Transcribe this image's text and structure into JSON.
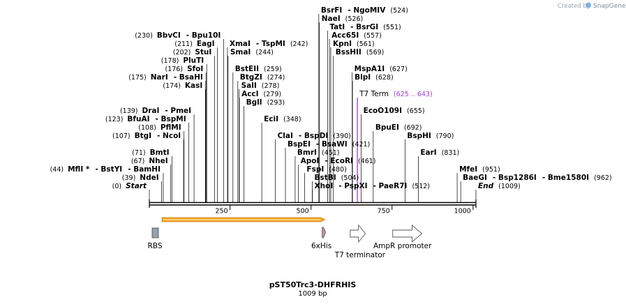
{
  "watermark": {
    "created_by": "Created by",
    "brand": "SnapGene"
  },
  "plasmid": {
    "name": "pST50Trc3-DHFRHIS",
    "length_label": "1009 bp",
    "length": 1009
  },
  "scale": {
    "ticks": [
      {
        "value": 250,
        "label": "250"
      },
      {
        "value": 500,
        "label": "500"
      },
      {
        "value": 750,
        "label": "750"
      },
      {
        "value": 1000,
        "label": "1000"
      }
    ]
  },
  "sites": [
    {
      "pos": 1,
      "row": 0,
      "color": "#000000",
      "segs": [
        {
          "t": "(0)",
          "k": "pos"
        },
        {
          "t": "Start",
          "k": "it"
        }
      ]
    },
    {
      "pos": 1009,
      "row": 0,
      "color": "#000000",
      "segs": [
        {
          "t": "End",
          "k": "it"
        },
        {
          "t": "(1009)",
          "k": "pos"
        }
      ]
    },
    {
      "pos": 504,
      "row": 0,
      "color": "#000000",
      "segs": [
        {
          "t": "XhoI",
          "k": "name"
        },
        {
          "t": "- PspXI",
          "k": "name"
        },
        {
          "t": "- PaeR7I",
          "k": "name"
        },
        {
          "t": "(512)",
          "k": "pos"
        }
      ]
    },
    {
      "pos": 962,
      "row": 1,
      "color": "#000000",
      "segs": [
        {
          "t": "BaeGI",
          "k": "name"
        },
        {
          "t": "- Bsp1286I",
          "k": "name"
        },
        {
          "t": "- Bme1580I",
          "k": "name"
        },
        {
          "t": "(962)",
          "k": "pos"
        }
      ]
    },
    {
      "pos": 39,
      "row": 1,
      "color": "#000000",
      "segs": [
        {
          "t": "(39)",
          "k": "pos"
        },
        {
          "t": "NdeI",
          "k": "name"
        }
      ]
    },
    {
      "pos": 504,
      "row": 1,
      "color": "#000000",
      "segs": [
        {
          "t": "BstBI",
          "k": "name"
        },
        {
          "t": "(504)",
          "k": "pos"
        }
      ]
    },
    {
      "pos": 44,
      "row": 2,
      "color": "#000000",
      "segs": [
        {
          "t": "(44)",
          "k": "pos"
        },
        {
          "t": "MflI *",
          "k": "name"
        },
        {
          "t": "- BstYI",
          "k": "name"
        },
        {
          "t": "- BamHI",
          "k": "name"
        }
      ]
    },
    {
      "pos": 480,
      "row": 2,
      "color": "#000000",
      "segs": [
        {
          "t": "FspI",
          "k": "name"
        },
        {
          "t": "(480)",
          "k": "pos"
        }
      ]
    },
    {
      "pos": 951,
      "row": 2,
      "color": "#000000",
      "segs": [
        {
          "t": "MfeI",
          "k": "name"
        },
        {
          "t": "(951)",
          "k": "pos"
        }
      ]
    },
    {
      "pos": 67,
      "row": 3,
      "color": "#000000",
      "segs": [
        {
          "t": "(67)",
          "k": "pos"
        },
        {
          "t": "NheI",
          "k": "name"
        }
      ]
    },
    {
      "pos": 461,
      "row": 3,
      "color": "#000000",
      "segs": [
        {
          "t": "ApoI",
          "k": "name"
        },
        {
          "t": "- EcoRI",
          "k": "name"
        },
        {
          "t": "(461)",
          "k": "pos"
        }
      ]
    },
    {
      "pos": 71,
      "row": 4,
      "color": "#000000",
      "segs": [
        {
          "t": "(71)",
          "k": "pos"
        },
        {
          "t": "BmtI",
          "k": "name"
        }
      ]
    },
    {
      "pos": 451,
      "row": 4,
      "color": "#000000",
      "segs": [
        {
          "t": "BmrI",
          "k": "name"
        },
        {
          "t": "(451)",
          "k": "pos"
        }
      ]
    },
    {
      "pos": 831,
      "row": 4,
      "color": "#000000",
      "segs": [
        {
          "t": "EarI",
          "k": "name"
        },
        {
          "t": "(831)",
          "k": "pos"
        }
      ]
    },
    {
      "pos": 421,
      "row": 5,
      "color": "#000000",
      "segs": [
        {
          "t": "BspEI",
          "k": "name"
        },
        {
          "t": "- BsaWI",
          "k": "name"
        },
        {
          "t": "(421)",
          "k": "pos"
        }
      ]
    },
    {
      "pos": 790,
      "row": 6,
      "color": "#000000",
      "segs": [
        {
          "t": "BspHI",
          "k": "name"
        },
        {
          "t": "(790)",
          "k": "pos"
        }
      ]
    },
    {
      "pos": 107,
      "row": 6,
      "color": "#000000",
      "segs": [
        {
          "t": "(107)",
          "k": "pos"
        },
        {
          "t": "BtgI",
          "k": "name"
        },
        {
          "t": "- NcoI",
          "k": "name"
        }
      ]
    },
    {
      "pos": 390,
      "row": 6,
      "color": "#000000",
      "segs": [
        {
          "t": "ClaI",
          "k": "name"
        },
        {
          "t": "- BspDI",
          "k": "name"
        },
        {
          "t": "(390)",
          "k": "pos"
        }
      ]
    },
    {
      "pos": 108,
      "row": 7,
      "color": "#000000",
      "segs": [
        {
          "t": "(108)",
          "k": "pos"
        },
        {
          "t": "PflMI",
          "k": "name"
        }
      ]
    },
    {
      "pos": 692,
      "row": 7,
      "color": "#000000",
      "segs": [
        {
          "t": "BpuEI",
          "k": "name"
        },
        {
          "t": "(692)",
          "k": "pos"
        }
      ]
    },
    {
      "pos": 348,
      "row": 8,
      "color": "#000000",
      "segs": [
        {
          "t": "EciI",
          "k": "name"
        },
        {
          "t": "(348)",
          "k": "pos"
        }
      ]
    },
    {
      "pos": 123,
      "row": 8,
      "color": "#000000",
      "segs": [
        {
          "t": "(123)",
          "k": "pos"
        },
        {
          "t": "BfuAI",
          "k": "name"
        },
        {
          "t": "- BspMI",
          "k": "name"
        }
      ]
    },
    {
      "pos": 139,
      "row": 9,
      "color": "#000000",
      "segs": [
        {
          "t": "(139)",
          "k": "pos"
        },
        {
          "t": "DraI",
          "k": "name"
        },
        {
          "t": "- PmeI",
          "k": "name"
        }
      ]
    },
    {
      "pos": 655,
      "row": 9,
      "color": "#000000",
      "segs": [
        {
          "t": "EcoO109I",
          "k": "name"
        },
        {
          "t": "(655)",
          "k": "pos"
        }
      ]
    },
    {
      "pos": 293,
      "row": 10,
      "color": "#000000",
      "segs": [
        {
          "t": "BglI",
          "k": "name"
        },
        {
          "t": "(293)",
          "k": "pos"
        }
      ]
    },
    {
      "pos": 643,
      "row": 11,
      "color": "#a03bd6",
      "segs": [
        {
          "t": "T7 Term",
          "k": "feat"
        },
        {
          "t": "(625 .. 643)",
          "k": "fpos"
        }
      ]
    },
    {
      "pos": 279,
      "row": 11,
      "color": "#000000",
      "segs": [
        {
          "t": "AccI",
          "k": "name"
        },
        {
          "t": "(279)",
          "k": "pos"
        }
      ]
    },
    {
      "pos": 174,
      "row": 12,
      "color": "#000000",
      "segs": [
        {
          "t": "(174)",
          "k": "pos"
        },
        {
          "t": "KasI",
          "k": "name"
        }
      ]
    },
    {
      "pos": 278,
      "row": 12,
      "color": "#000000",
      "segs": [
        {
          "t": "SalI",
          "k": "name"
        },
        {
          "t": "(278)",
          "k": "pos"
        }
      ]
    },
    {
      "pos": 175,
      "row": 13,
      "color": "#000000",
      "segs": [
        {
          "t": "(175)",
          "k": "pos"
        },
        {
          "t": "NarI",
          "k": "name"
        },
        {
          "t": "- BsaHI",
          "k": "name"
        }
      ]
    },
    {
      "pos": 274,
      "row": 13,
      "color": "#000000",
      "segs": [
        {
          "t": "BtgZI",
          "k": "name"
        },
        {
          "t": "(274)",
          "k": "pos"
        }
      ]
    },
    {
      "pos": 628,
      "row": 13,
      "color": "#000000",
      "segs": [
        {
          "t": "BlpI",
          "k": "name"
        },
        {
          "t": "(628)",
          "k": "pos"
        }
      ]
    },
    {
      "pos": 176,
      "row": 14,
      "color": "#000000",
      "segs": [
        {
          "t": "(176)",
          "k": "pos"
        },
        {
          "t": "SfoI",
          "k": "name"
        }
      ]
    },
    {
      "pos": 259,
      "row": 14,
      "color": "#000000",
      "segs": [
        {
          "t": "BstEII",
          "k": "name"
        },
        {
          "t": "(259)",
          "k": "pos"
        }
      ]
    },
    {
      "pos": 627,
      "row": 14,
      "color": "#000000",
      "segs": [
        {
          "t": "MspA1I",
          "k": "name"
        },
        {
          "t": "(627)",
          "k": "pos"
        }
      ]
    },
    {
      "pos": 178,
      "row": 15,
      "color": "#000000",
      "segs": [
        {
          "t": "(178)",
          "k": "pos"
        },
        {
          "t": "PluTI",
          "k": "name"
        }
      ]
    },
    {
      "pos": 569,
      "row": 16,
      "color": "#000000",
      "segs": [
        {
          "t": "BssHII",
          "k": "name"
        },
        {
          "t": "(569)",
          "k": "pos"
        }
      ]
    },
    {
      "pos": 244,
      "row": 16,
      "color": "#000000",
      "segs": [
        {
          "t": "SmaI",
          "k": "name"
        },
        {
          "t": "(244)",
          "k": "pos"
        }
      ]
    },
    {
      "pos": 202,
      "row": 16,
      "color": "#000000",
      "segs": [
        {
          "t": "(202)",
          "k": "pos"
        },
        {
          "t": "StuI",
          "k": "name"
        }
      ]
    },
    {
      "pos": 242,
      "row": 17,
      "color": "#000000",
      "segs": [
        {
          "t": "XmaI",
          "k": "name"
        },
        {
          "t": "- TspMI",
          "k": "name"
        },
        {
          "t": "(242)",
          "k": "pos"
        }
      ]
    },
    {
      "pos": 211,
      "row": 17,
      "color": "#000000",
      "segs": [
        {
          "t": "(211)",
          "k": "pos"
        },
        {
          "t": "EagI",
          "k": "name"
        }
      ]
    },
    {
      "pos": 561,
      "row": 17,
      "color": "#000000",
      "segs": [
        {
          "t": "KpnI",
          "k": "name"
        },
        {
          "t": "(561)",
          "k": "pos"
        }
      ]
    },
    {
      "pos": 230,
      "row": 18,
      "color": "#000000",
      "segs": [
        {
          "t": "(230)",
          "k": "pos"
        },
        {
          "t": "BbvCI",
          "k": "name"
        },
        {
          "t": "- Bpu10I",
          "k": "name"
        }
      ]
    },
    {
      "pos": 557,
      "row": 18,
      "color": "#000000",
      "segs": [
        {
          "t": "Acc65I",
          "k": "name"
        },
        {
          "t": "(557)",
          "k": "pos"
        }
      ]
    },
    {
      "pos": 551,
      "row": 19,
      "color": "#000000",
      "segs": [
        {
          "t": "TatI",
          "k": "name"
        },
        {
          "t": "- BsrGI",
          "k": "name"
        },
        {
          "t": "(551)",
          "k": "pos"
        }
      ]
    },
    {
      "pos": 526,
      "row": 20,
      "color": "#000000",
      "segs": [
        {
          "t": "NaeI",
          "k": "name"
        },
        {
          "t": "(526)",
          "k": "pos"
        }
      ]
    },
    {
      "pos": 524,
      "row": 21,
      "color": "#000000",
      "segs": [
        {
          "t": "BsrFI",
          "k": "name"
        },
        {
          "t": "- NgoMIV",
          "k": "name"
        },
        {
          "t": "(524)",
          "k": "pos"
        }
      ]
    }
  ],
  "features": [
    {
      "name": "RBS",
      "label": "RBS",
      "type": "rbs",
      "start": 1,
      "end": 20,
      "color": "#9aa1ad"
    },
    {
      "name": "orf",
      "label": "",
      "type": "orf",
      "start": 40,
      "end": 543,
      "color": "#f5a623"
    },
    {
      "name": "6xHis",
      "label": "6xHis",
      "type": "tag",
      "start": 530,
      "end": 545,
      "color": "#c68ca5"
    },
    {
      "name": "T7 terminator",
      "label": "T7 terminator",
      "type": "terminator",
      "start": 621,
      "end": 668,
      "color": "#ffffff"
    },
    {
      "name": "AmpR promoter",
      "label": "AmpR promoter",
      "type": "promoter",
      "start": 752,
      "end": 842,
      "color": "#ffffff"
    }
  ]
}
